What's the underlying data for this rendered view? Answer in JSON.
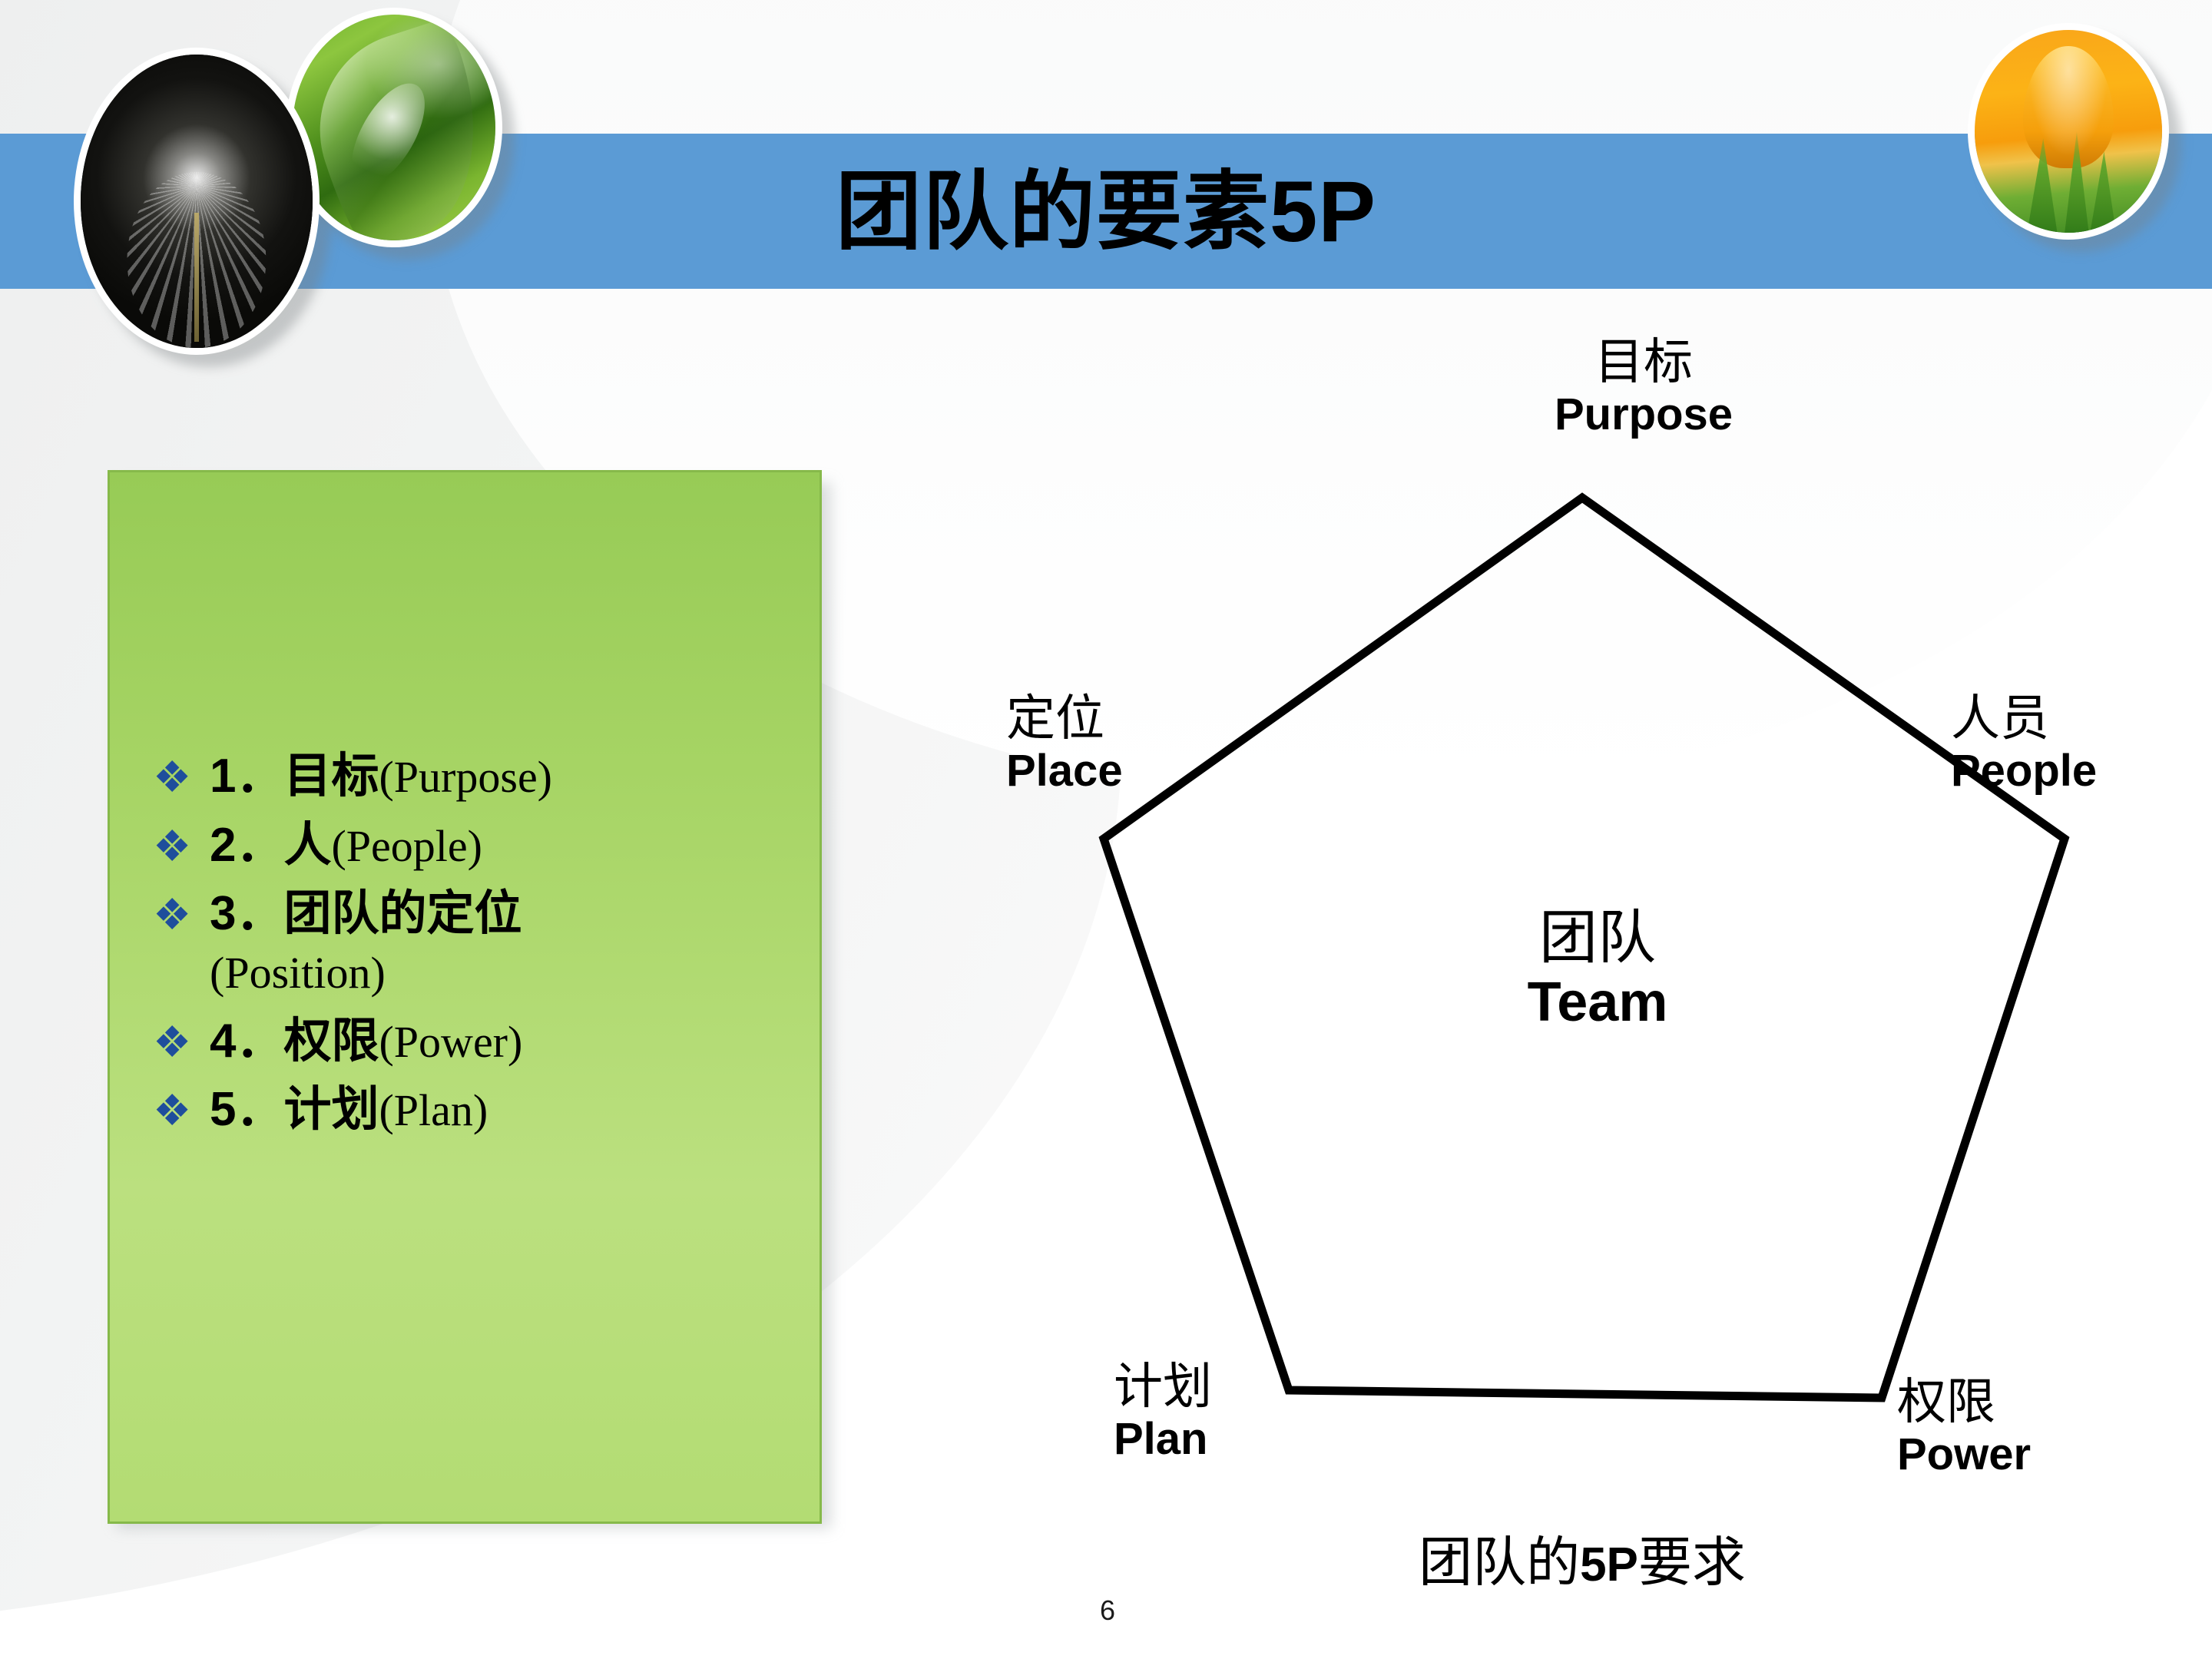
{
  "slide": {
    "title": "团队的要素5P",
    "page_number": "6",
    "banner_color": "#5B9BD5",
    "box_color": "#A6D464",
    "bullet_marker_color": "#1F4E9C"
  },
  "content_box": {
    "bullet_marker": "❖",
    "items": [
      {
        "cn": "1．目标",
        "en": "(Purpose)"
      },
      {
        "cn": "2．人",
        "en": "(People)"
      },
      {
        "cn": "3．团队的定位",
        "en": "(Position)"
      },
      {
        "cn": "4．权限",
        "en": "(Power)"
      },
      {
        "cn": "5．计划",
        "en": "(Plan)"
      }
    ]
  },
  "star_diagram": {
    "caption_cn_pre": "团队的",
    "caption_num": "5P",
    "caption_cn_post": "要求",
    "center": {
      "cn": "团队",
      "en": "Team"
    },
    "points": [
      {
        "id": "purpose",
        "cn": "目标",
        "en": "Purpose"
      },
      {
        "id": "people",
        "cn": "人员",
        "en": "People"
      },
      {
        "id": "power",
        "cn": "权限",
        "en": "Power"
      },
      {
        "id": "plan",
        "cn": "计划",
        "en": "Plan"
      },
      {
        "id": "place",
        "cn": "定位",
        "en": "Place"
      }
    ]
  },
  "decorations": {
    "circle_dandelion": "dandelion-photo-circle",
    "circle_leaf": "leaf-photo-circle",
    "circle_tulip": "tulip-photo-circle"
  }
}
